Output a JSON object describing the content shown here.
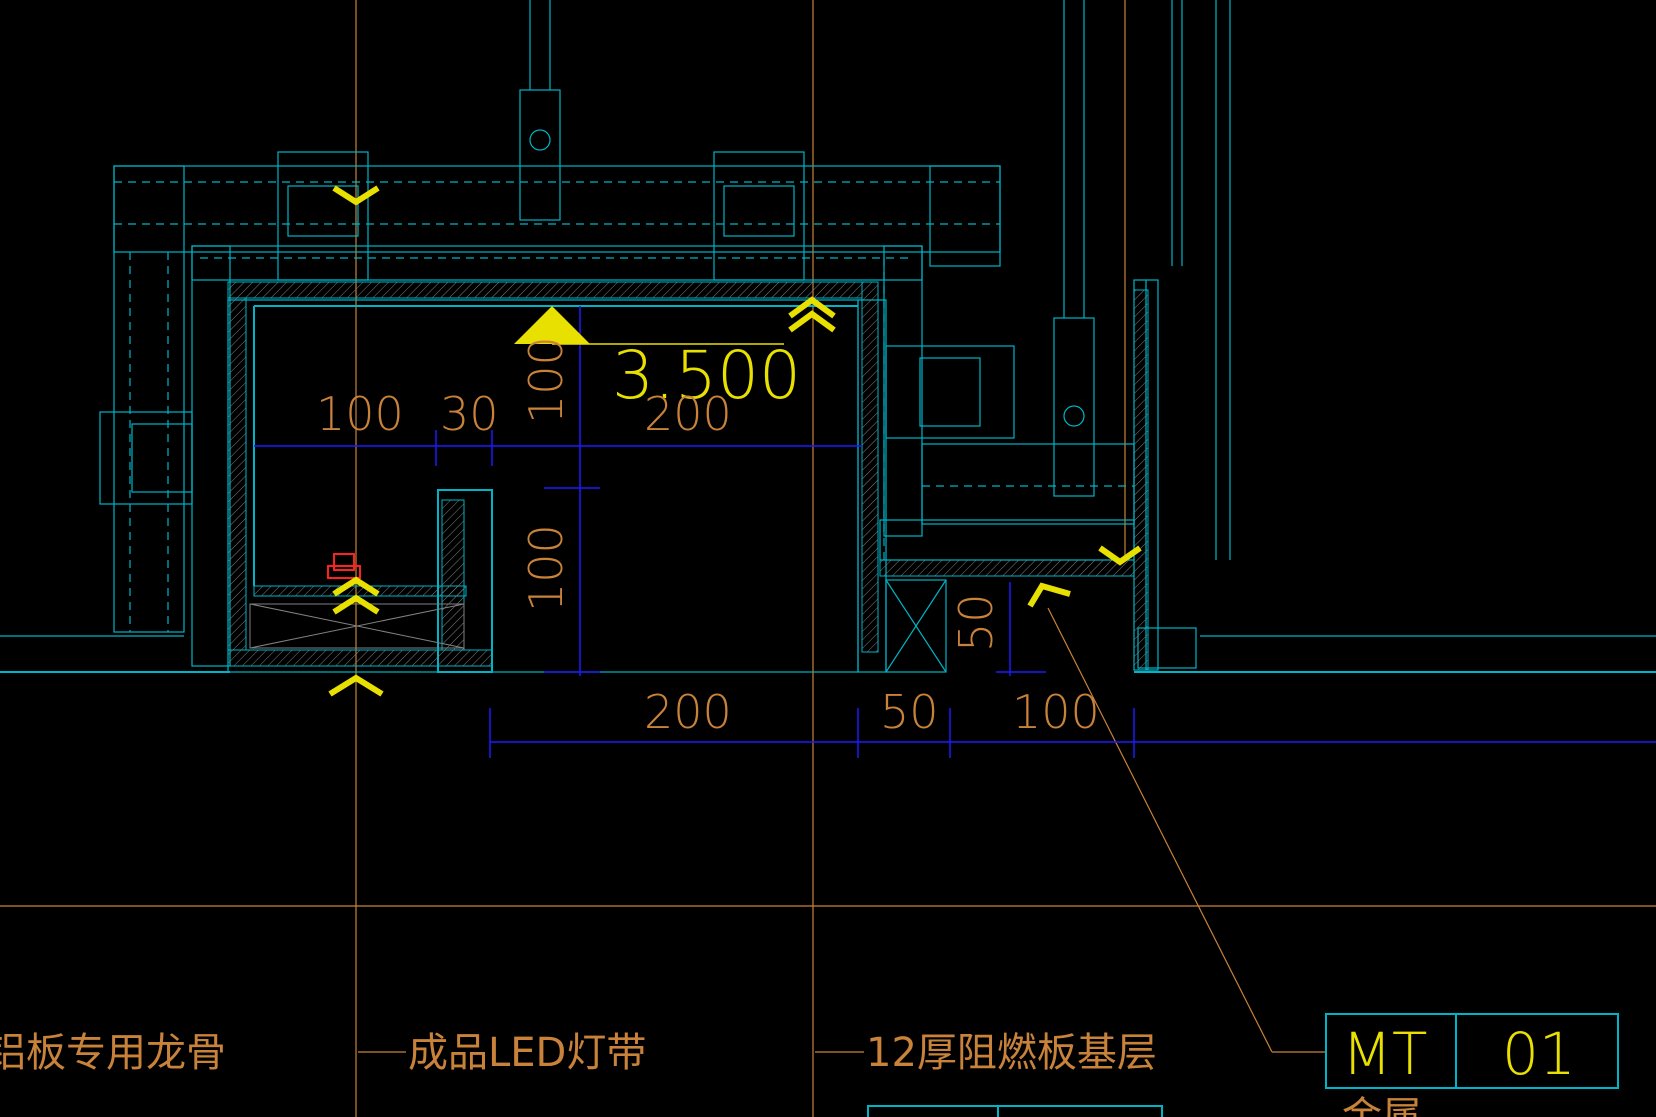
{
  "drawing": {
    "elevation": "3.500",
    "dimensions": {
      "top_100": "100",
      "top_30": "30",
      "top_200": "200",
      "vert_100_upper": "100",
      "vert_100_lower": "100",
      "bottom_200": "200",
      "bottom_50": "50",
      "bottom_100": "100",
      "vert_50": "50"
    },
    "labels": {
      "aluminum_keel": "铝板专用龙骨",
      "led_strip": "成品LED灯带",
      "fire_board_base": "12厚阻燃板基层"
    },
    "material_tag": {
      "code": "MT",
      "number": "01",
      "note": "金属"
    }
  },
  "colors": {
    "background": "#000000",
    "cyan": "#00b4c8",
    "blue": "#1a1aff",
    "orange": "#c8823a",
    "yellow": "#e8e000",
    "red": "#ff2020",
    "white": "#e8e8e8"
  }
}
